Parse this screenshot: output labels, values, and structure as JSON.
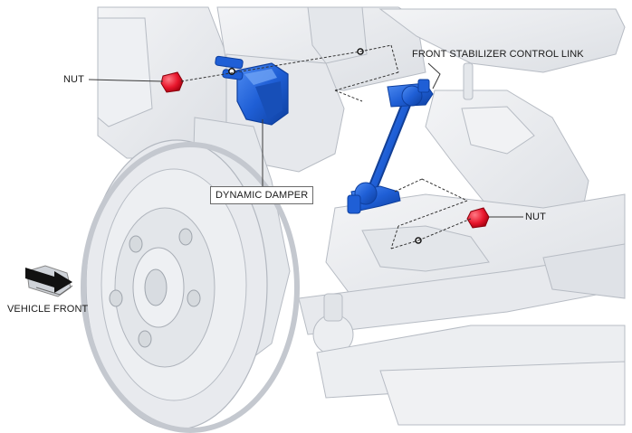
{
  "labels": {
    "nut_left": "NUT",
    "nut_right": "NUT",
    "control_link": "FRONT STABILIZER CONTROL LINK",
    "dynamic_damper": "DYNAMIC DAMPER",
    "vehicle_front": "VEHICLE FRONT"
  },
  "colors": {
    "part_highlight": "#1f5fd6",
    "nut": "#e8162c",
    "ghost_fill": "#e9ebee",
    "ghost_stroke": "#b7bcc4",
    "leader": "#3a3a3a"
  },
  "icons": {
    "direction": "vehicle-front-arrow-icon"
  }
}
